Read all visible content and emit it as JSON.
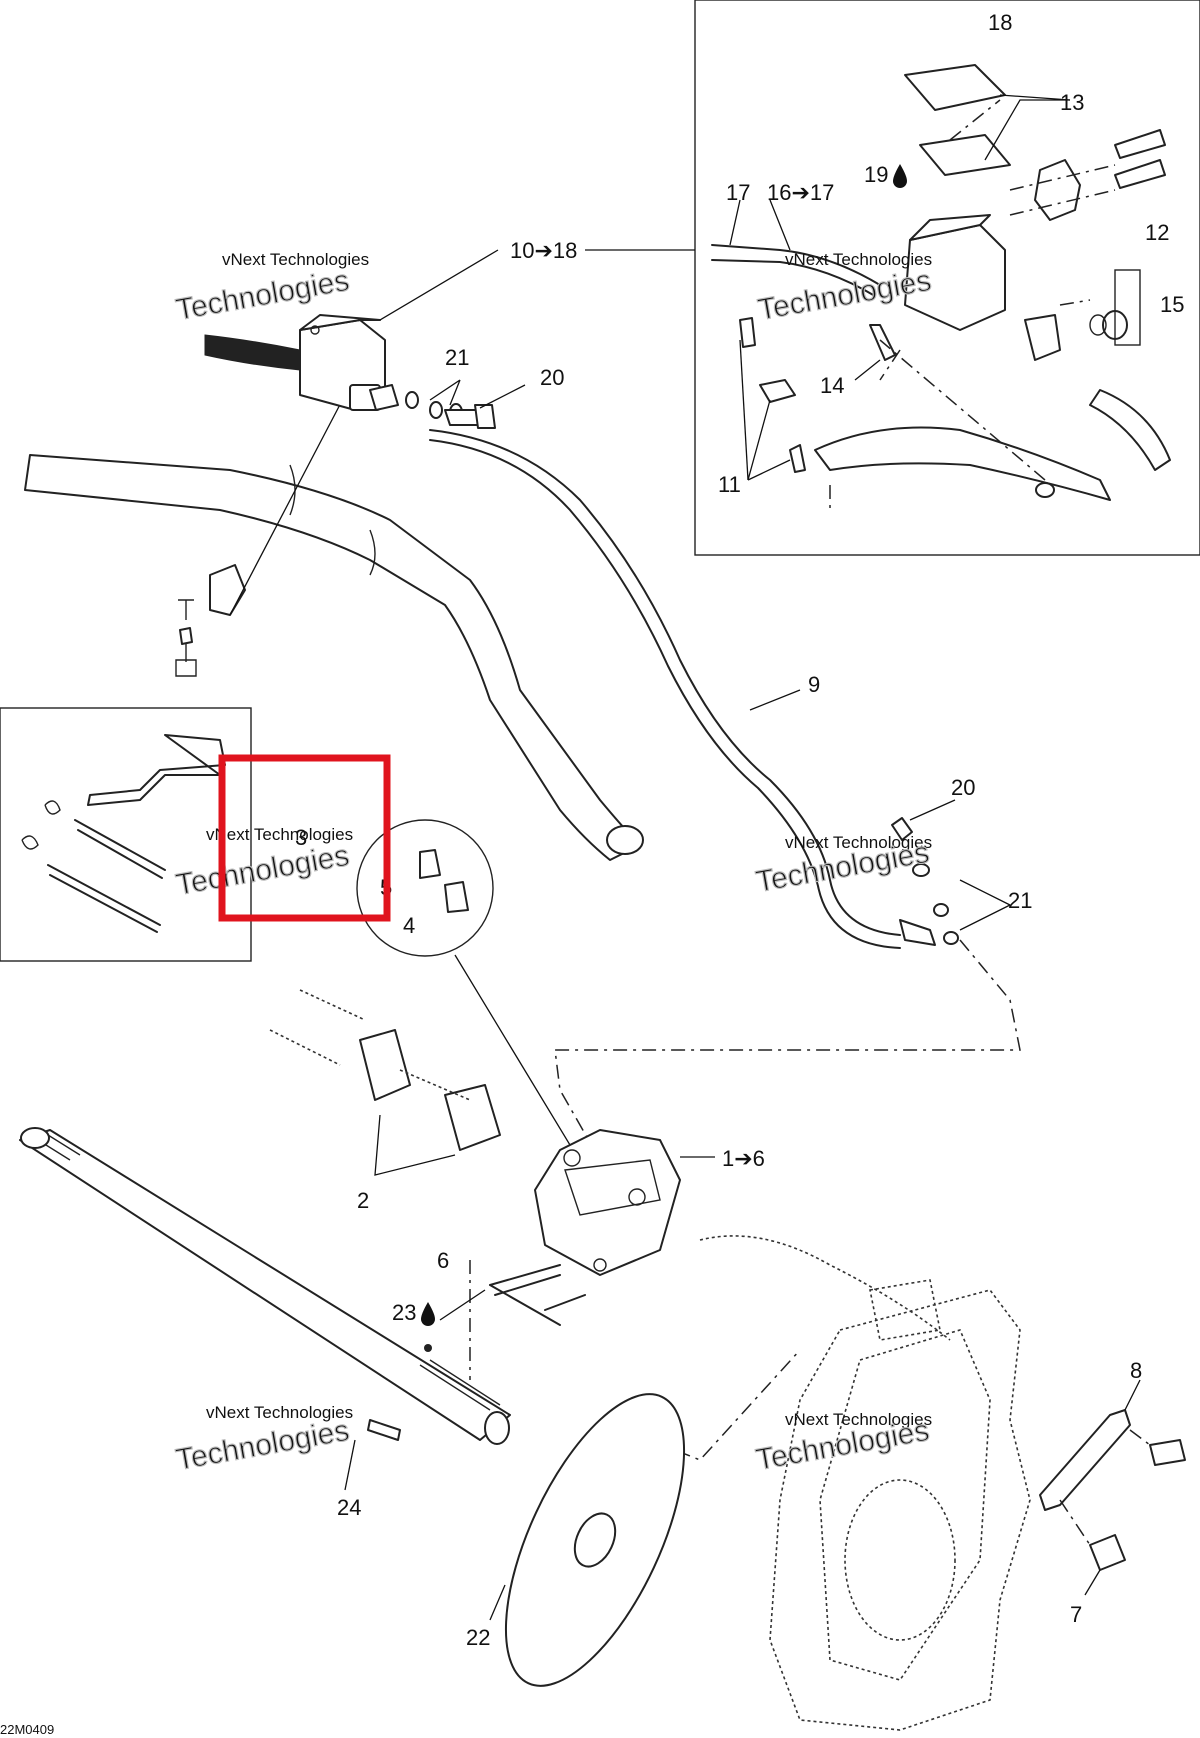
{
  "diagram": {
    "drawing_code": "22M0409",
    "watermark": {
      "line1": "vNext Technologies",
      "line2": "Technologies"
    },
    "highlight_color": "#e0141e",
    "callouts": {
      "c1": "1➔6",
      "c2": "2",
      "c3": "3",
      "c4": "4",
      "c5": "5",
      "c6": "6",
      "c7": "7",
      "c8": "8",
      "c9": "9",
      "c10": "10➔18",
      "c11": "11",
      "c12": "12",
      "c13": "13",
      "c14": "14",
      "c15": "15",
      "c16": "16➔17",
      "c17": "17",
      "c18": "18",
      "c19": "19",
      "c20a": "20",
      "c20b": "20",
      "c21a": "21",
      "c21b": "21",
      "c22": "22",
      "c23": "23",
      "c24": "24"
    },
    "icons": {
      "oil_drop": "oil-drop-icon",
      "arrow": "right-arrow-glyph"
    }
  }
}
